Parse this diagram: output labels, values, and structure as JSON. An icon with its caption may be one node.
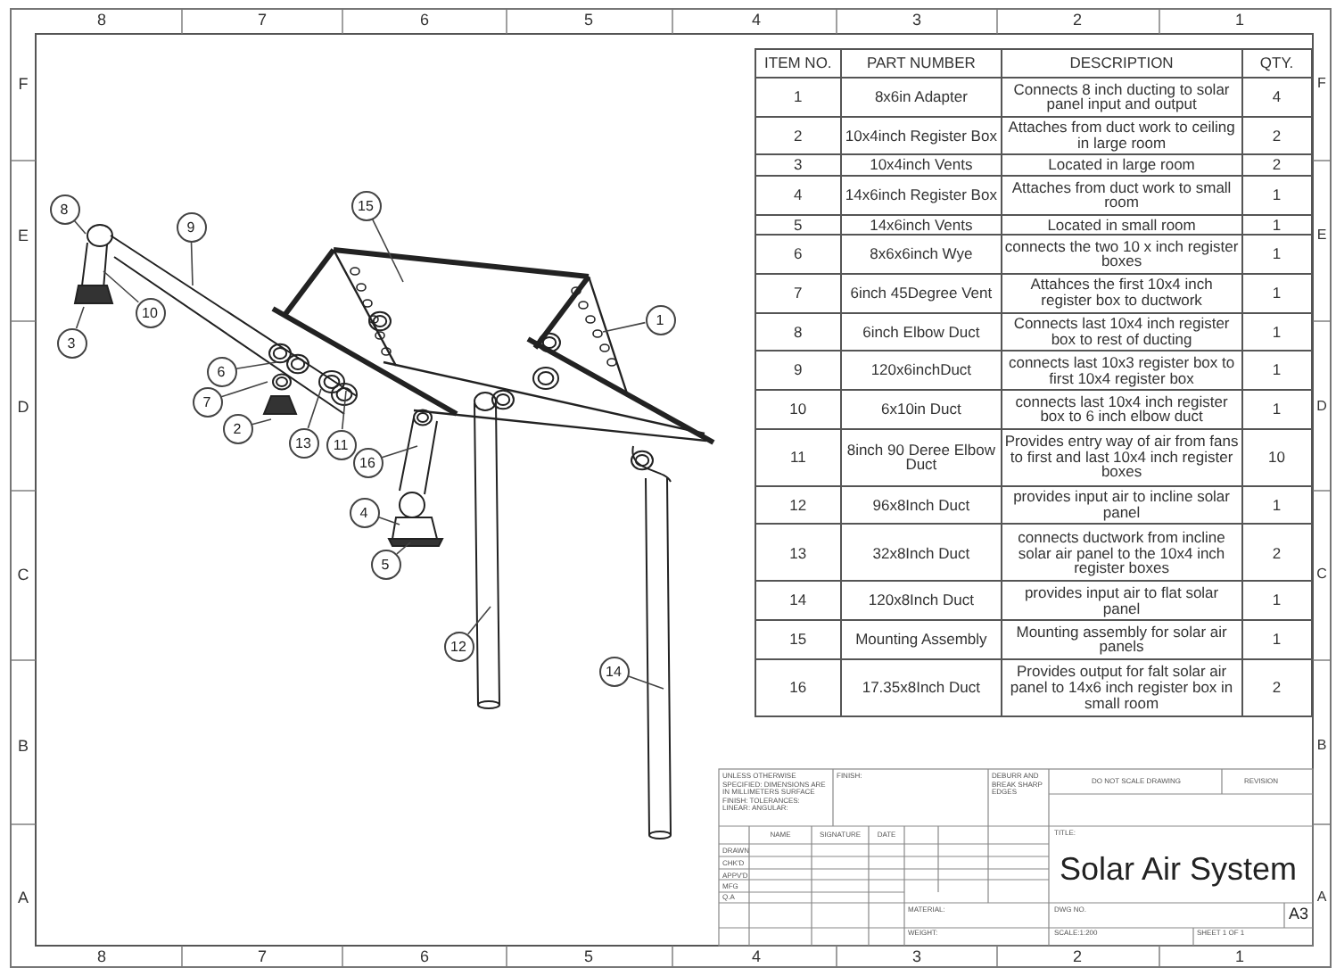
{
  "diagram": {
    "nodes": [
      {
        "text": [
          "8"
        ]
      },
      {
        "text": [
          "9"
        ]
      },
      {
        "text": [
          "15"
        ]
      },
      {
        "text": [
          "1"
        ]
      },
      {
        "text": [
          "10"
        ]
      },
      {
        "text": [
          "3"
        ]
      },
      {
        "text": [
          "6"
        ]
      },
      {
        "text": [
          "7"
        ]
      },
      {
        "text": [
          "2"
        ]
      },
      {
        "text": [
          "13"
        ]
      },
      {
        "text": [
          "11"
        ]
      },
      {
        "text": [
          "16"
        ]
      },
      {
        "text": [
          "4"
        ]
      },
      {
        "text": [
          "5"
        ]
      },
      {
        "text": [
          "12"
        ]
      },
      {
        "text": [
          "14"
        ]
      }
    ],
    "edges": [
      {
        "from": 0,
        "to": null,
        "arrow": "none"
      },
      {
        "from": 1,
        "to": null,
        "arrow": "none"
      },
      {
        "from": 2,
        "to": null,
        "arrow": "none"
      },
      {
        "from": 3,
        "to": null,
        "arrow": "none"
      },
      {
        "from": 4,
        "to": null,
        "arrow": "none"
      },
      {
        "from": 5,
        "to": null,
        "arrow": "none"
      },
      {
        "from": 6,
        "to": null,
        "arrow": "none"
      },
      {
        "from": 7,
        "to": null,
        "arrow": "none"
      },
      {
        "from": 8,
        "to": null,
        "arrow": "none"
      },
      {
        "from": 9,
        "to": null,
        "arrow": "none"
      },
      {
        "from": 10,
        "to": null,
        "arrow": "none"
      },
      {
        "from": 11,
        "to": null,
        "arrow": "none"
      },
      {
        "from": 12,
        "to": null,
        "arrow": "none"
      },
      {
        "from": 13,
        "to": null,
        "arrow": "none"
      },
      {
        "from": 14,
        "to": null,
        "arrow": "none"
      },
      {
        "from": 15,
        "to": null,
        "arrow": "none"
      }
    ],
    "labels": [
      "8",
      "7",
      "6",
      "5",
      "4",
      "3",
      "2",
      "1",
      "ITEM NO.",
      "PART NUMBER",
      "DESCRIPTION",
      "QTY.",
      "1",
      "8x6in Adapter",
      "Connects 8 inch ducting to solar panel input and output",
      "4",
      "2",
      "10x4inch Register Box",
      "Attaches from duct work to ceiling in large room",
      "2",
      "3",
      "10x4inch Vents",
      "Located in large room",
      "2",
      "4",
      "14x6inch Register Box",
      "Attaches from duct work to small room",
      "1",
      "5",
      "14x6inch Vents",
      "Located in small room",
      "1",
      "6",
      "8x6x6inch Wye",
      "connects the two 10 x inch register boxes",
      "1",
      "7",
      "6inch 45Degree Vent",
      "Attahces the first 10x4 inch register box to ductwork",
      "1",
      "8",
      "6inch Elbow Duct",
      "Connects last 10x4 inch register box to rest of ducting",
      "1",
      "9",
      "120x6inchDuct",
      "connects last 10x3 register box to first 10x4 register box",
      "1",
      "10",
      "6x10in Duct",
      "connects last 10x4 inch register box to 6 inch elbow duct",
      "1",
      "11",
      "8inch 90 Deree Elbow Duct",
      "Provides entry way of air from fans to first and last 10x4 inch register boxes",
      "10",
      "12",
      "96x8Inch Duct",
      "provides input air to incline solar panel",
      "1",
      "13",
      "32x8Inch Duct",
      "connects ductwork from incline solar air panel to the 10x4 inch register boxes",
      "2",
      "14",
      "120x8Inch Duct",
      "provides input air to flat solar panel",
      "1",
      "15",
      "Mounting Assembly",
      "Mounting assembly for solar air panels",
      "1",
      "16",
      "17.35x8Inch Duct",
      "Provides output for falt solar air panel to 14x6 inch register box in small room",
      "2",
      "UNLESS OTHERWISE SPECIFIED: DIMENSIONS ARE IN MILLIMETERS SURFACE FINISH: TOLERANCES: LINEAR: ANGULAR:",
      "FINISH:",
      "DEBURR AND BREAK SHARP EDGES",
      "DO NOT SCALE DRAWING",
      "REVISION",
      "NAME",
      "SIGNATURE",
      "DATE",
      "TITLE:",
      "DRAWN",
      "CHK'D",
      "APPV'D",
      "MFG",
      "Q.A",
      "Solar Air System",
      "MATERIAL:",
      "DWG NO.",
      "A3",
      "WEIGHT:",
      "SCALE:1:200",
      "SHEET 1 OF 1",
      "8",
      "7",
      "6",
      "5",
      "4",
      "3",
      "2",
      "1",
      "F",
      "E",
      "D",
      "C",
      "B",
      "A",
      "F",
      "E",
      "D",
      "C",
      "B",
      "A"
    ]
  }
}
